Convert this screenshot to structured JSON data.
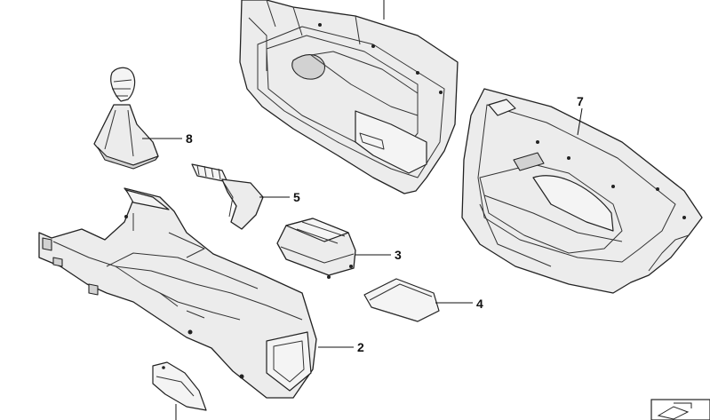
{
  "callouts": {
    "c2": "2",
    "c3": "3",
    "c4": "4",
    "c5": "5",
    "c7": "7",
    "c8": "8"
  },
  "icon": "exploded-view-corner-icon"
}
